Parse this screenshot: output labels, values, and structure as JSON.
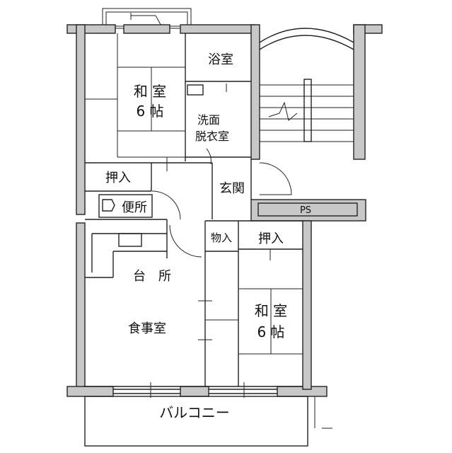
{
  "rooms": {
    "bath": "浴室",
    "washroom_line1": "洗面",
    "washroom_line2": "脱衣室",
    "japanese_room_north_line1": "和 室",
    "japanese_room_north_line2": "6 帖",
    "closet_north": "押入",
    "toilet": "便所",
    "entrance": "玄関",
    "pipe_space": "PS",
    "storage": "物入",
    "closet_south": "押入",
    "kitchen": "台　所",
    "dining": "食事室",
    "japanese_room_south_line1": "和 室",
    "japanese_room_south_line2": "6 帖",
    "balcony": "バルコニー"
  }
}
